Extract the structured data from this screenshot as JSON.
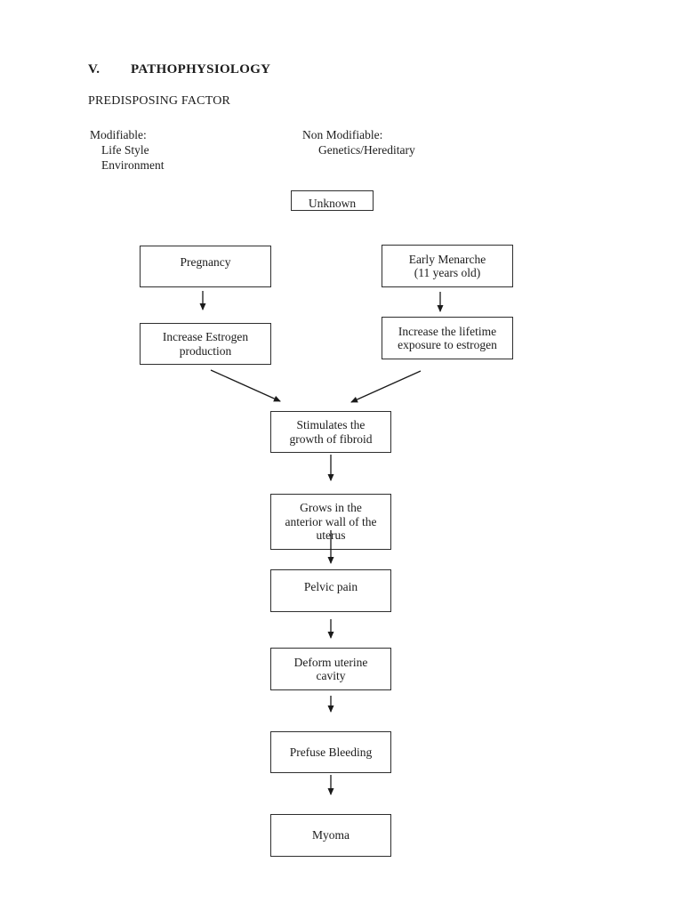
{
  "header": {
    "section_number": "V.",
    "section_title": "PATHOPHYSIOLOGY",
    "subtitle": "PREDISPOSING FACTOR"
  },
  "factors": {
    "modifiable": {
      "label": "Modifiable:",
      "items": [
        "Life Style",
        "Environment"
      ]
    },
    "non_modifiable": {
      "label": "Non Modifiable:",
      "items": [
        "Genetics/Hereditary"
      ]
    }
  },
  "flowchart": {
    "nodes": {
      "unknown": {
        "label": "Unknown"
      },
      "pregnancy": {
        "label": "Pregnancy"
      },
      "early_menarche": {
        "label": "Early Menarche\n(11 years old)"
      },
      "increase_estrogen": {
        "label": "Increase Estrogen\nproduction"
      },
      "increase_lifetime": {
        "label": "Increase the lifetime\nexposure to estrogen"
      },
      "stimulates": {
        "label": "Stimulates the\ngrowth of fibroid"
      },
      "grows": {
        "label": "Grows in the\nanterior wall of the\nuterus"
      },
      "pelvic_pain": {
        "label": "Pelvic pain"
      },
      "deform": {
        "label": "Deform uterine\ncavity"
      },
      "prefuse_bleeding": {
        "label": "Prefuse Bleeding"
      },
      "myoma": {
        "label": "Myoma"
      }
    }
  },
  "colors": {
    "ink": "#1a1a1a",
    "box_border": "#2e2e2e",
    "background": "#ffffff"
  }
}
